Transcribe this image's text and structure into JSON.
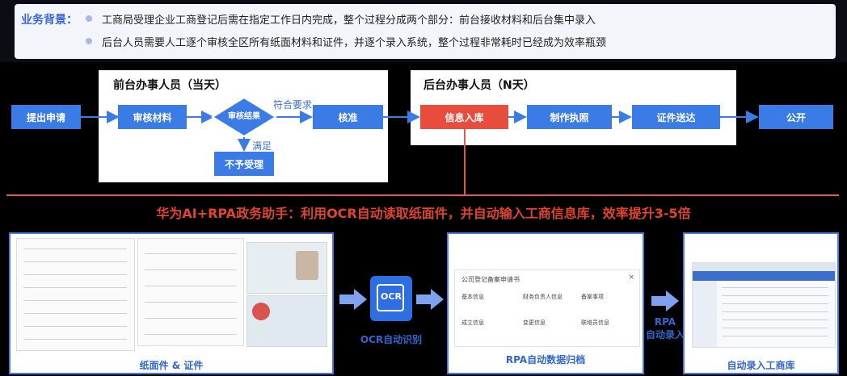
{
  "background": {
    "label": "业务背景：",
    "bullets": [
      "工商局受理企业工商登记后需在指定工作日内完成，整个过程分成两个部分：前台接收材料和后台集中录入",
      "后台人员需要人工逐个审核全区所有纸面材料和证件，并逐个录入系统，整个过程非常耗时已经成为效率瓶颈"
    ]
  },
  "flow": {
    "front_title": "前台办事人员（当天）",
    "back_title": "后台办事人员（N天）",
    "submit": "提出申请",
    "review": "审核材料",
    "decision": "审核结果",
    "meets": "符合要求",
    "approve": "核准",
    "not_meet": "满足",
    "reject": "不予受理",
    "entry": "信息入库",
    "license": "制作执照",
    "delivery": "证件送达",
    "publish": "公开"
  },
  "headline": "华为AI+RPA政务助手：利用OCR自动读取纸面件，并自动输入工商信息库，效率提升3-5倍",
  "pipeline": {
    "paper_caption": "纸面件 & 证件",
    "ocr_icon_text": "OCR",
    "ocr_caption": "OCR自动识别",
    "rpa_form_title": "公司登记备案申请书",
    "rpa_form_items": [
      "基本信息",
      "财务负责人信息",
      "备案事项",
      "成立信息",
      "变更信息",
      "联络员信息"
    ],
    "rpa_caption": "RPA自动数据归档",
    "rpa_arrow_label_1": "RPA",
    "rpa_arrow_label_2": "自动录入",
    "db_caption": "自动录入工商库"
  },
  "colors": {
    "accent": "#3a7be6",
    "highlight": "#e74c3c"
  }
}
